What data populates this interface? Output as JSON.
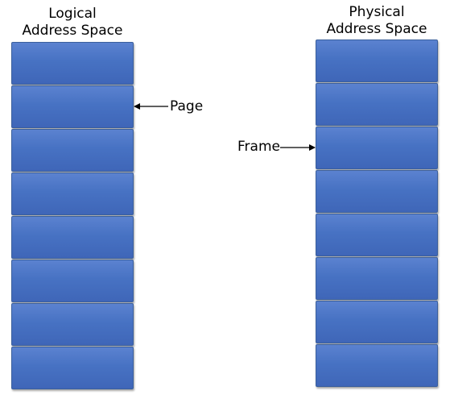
{
  "logical": {
    "title_line1": "Logical",
    "title_line2": "Address Space",
    "block_count": 8
  },
  "physical": {
    "title_line1": "Physical",
    "title_line2": "Address Space",
    "block_count": 8
  },
  "labels": {
    "page": "Page",
    "frame": "Frame"
  },
  "colors": {
    "block_fill": "#4a74c6",
    "block_border": "#3a5f9c",
    "arrow": "#000000"
  }
}
